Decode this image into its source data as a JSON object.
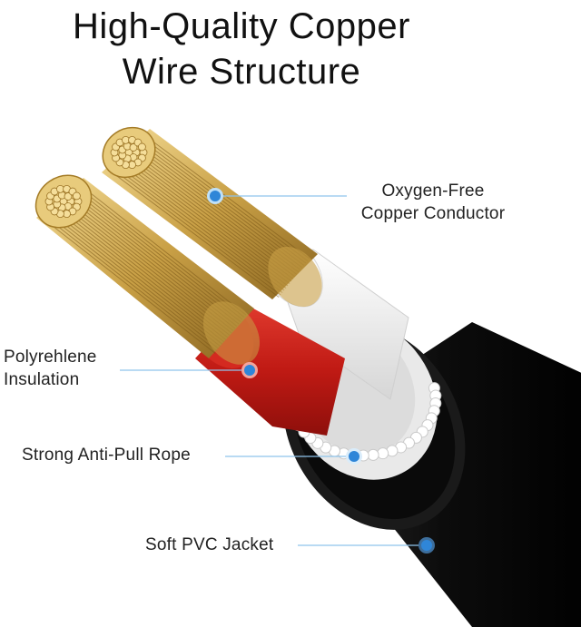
{
  "title": {
    "line1": "High-Quality Copper",
    "line2": "Wire Structure"
  },
  "callouts": {
    "conductor": {
      "line1": "Oxygen-Free",
      "line2": "Copper Conductor"
    },
    "insulation": {
      "line1": "Polyrehlene",
      "line2": "Insulation"
    },
    "rope": {
      "text": "Strong Anti-Pull Rope"
    },
    "jacket": {
      "text": "Soft PVC Jacket"
    }
  },
  "colors": {
    "pointer_dot": "#2f86d8",
    "pointer_line": "#8fc4ec",
    "jacket": "#111111",
    "insulation_red": "#c8201a",
    "insulation_white": "#f2f2f2",
    "copper": "#d8b25a"
  }
}
